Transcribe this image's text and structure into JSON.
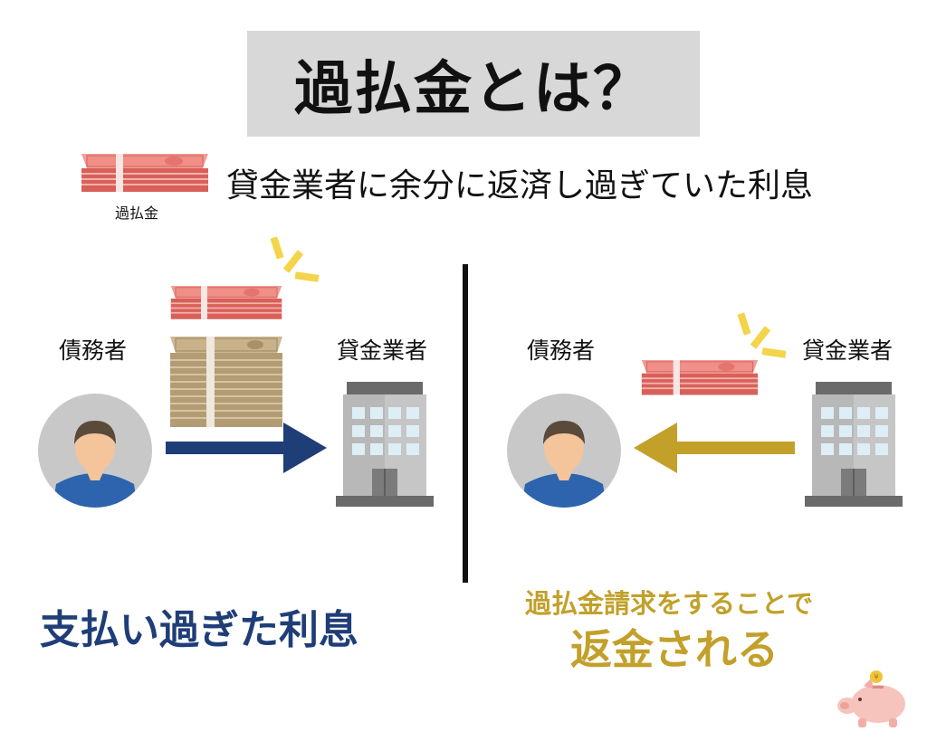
{
  "title": "過払金とは？",
  "definition": {
    "icon_label": "過払金",
    "text": "貸金業者に余分に返済し過ぎていた利息"
  },
  "left_panel": {
    "debtor_label": "債務者",
    "lender_label": "貸金業者",
    "caption": "支払い過ぎた利息"
  },
  "right_panel": {
    "debtor_label": "債務者",
    "lender_label": "貸金業者",
    "caption_line1": "過払金請求をすることで",
    "caption_line2": "返金される"
  },
  "colors": {
    "navy": "#1f3e78",
    "gold": "#c2a02a",
    "money_red": "#e8817a",
    "money_tan": "#b9a37c",
    "building_gray": "#b5b5b5",
    "accent_yellow": "#f3d44a",
    "title_bg": "#d8d8d8"
  },
  "icons": [
    "yen-bill-bundle-icon",
    "person-icon",
    "office-building-icon",
    "arrow-right-icon",
    "arrow-left-icon",
    "sparkle-icon",
    "piggy-bank-icon"
  ]
}
